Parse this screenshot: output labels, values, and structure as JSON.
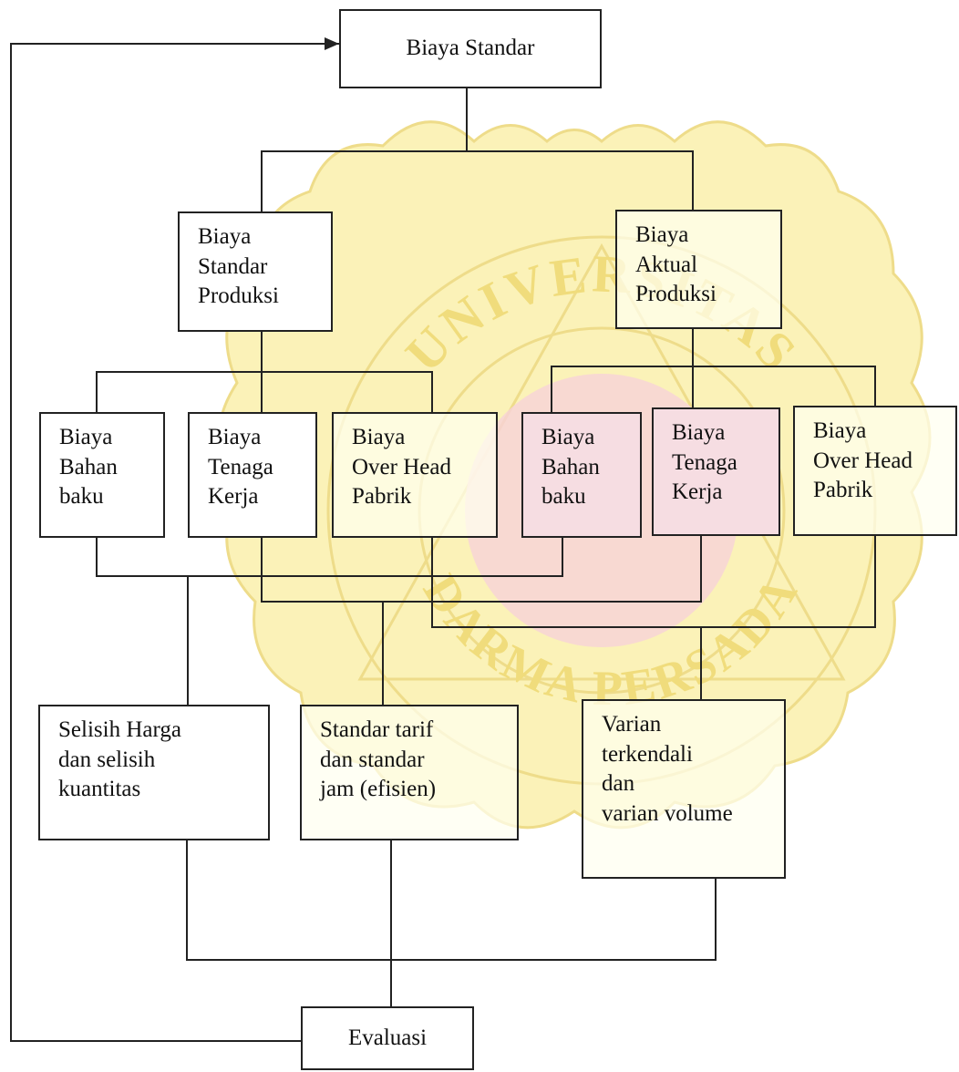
{
  "diagram": {
    "title_box": {
      "label": "Biaya Standar"
    },
    "standard_production": {
      "lines": [
        "Biaya",
        "Standar",
        "Produksi"
      ]
    },
    "actual_production": {
      "lines": [
        "Biaya",
        "Aktual",
        "Produksi"
      ]
    },
    "std_material": {
      "lines": [
        "Biaya",
        "Bahan",
        "baku"
      ]
    },
    "std_labor": {
      "lines": [
        "Biaya",
        "Tenaga",
        "Kerja"
      ]
    },
    "std_overhead": {
      "lines": [
        "Biaya",
        "Over Head",
        "Pabrik"
      ]
    },
    "act_material": {
      "lines": [
        "Biaya",
        "Bahan",
        "baku"
      ]
    },
    "act_labor": {
      "lines": [
        "Biaya",
        "Tenaga",
        "Kerja"
      ]
    },
    "act_overhead": {
      "lines": [
        "Biaya",
        "Over Head",
        "Pabrik"
      ]
    },
    "price_qty_variance": {
      "row1_left": "Selisih",
      "row1_right": "Harga",
      "row2_left": "dan",
      "row2_right": "selisih",
      "row3": "kuantitas"
    },
    "rate_hours_standard": {
      "lines": [
        "Standar tarif",
        "dan standar",
        "jam (efisien)"
      ]
    },
    "controllable_volume_variance": {
      "lines": [
        "Varian",
        "terkendali",
        "dan",
        "varian volume"
      ]
    },
    "evaluation_box": {
      "label": "Evaluasi"
    }
  },
  "colors": {
    "line": "#222222",
    "watermark_fill": "#fbf2b8",
    "watermark_stroke": "#eedc8a",
    "watermark_text": "#f0dc7c",
    "watermark_center": "#f7d2d8",
    "pink_box": "#f6dde2"
  },
  "watermark": {
    "arc_text_top": "UNIVERSITAS",
    "arc_text_bottom": "DARMA PERSADA"
  }
}
